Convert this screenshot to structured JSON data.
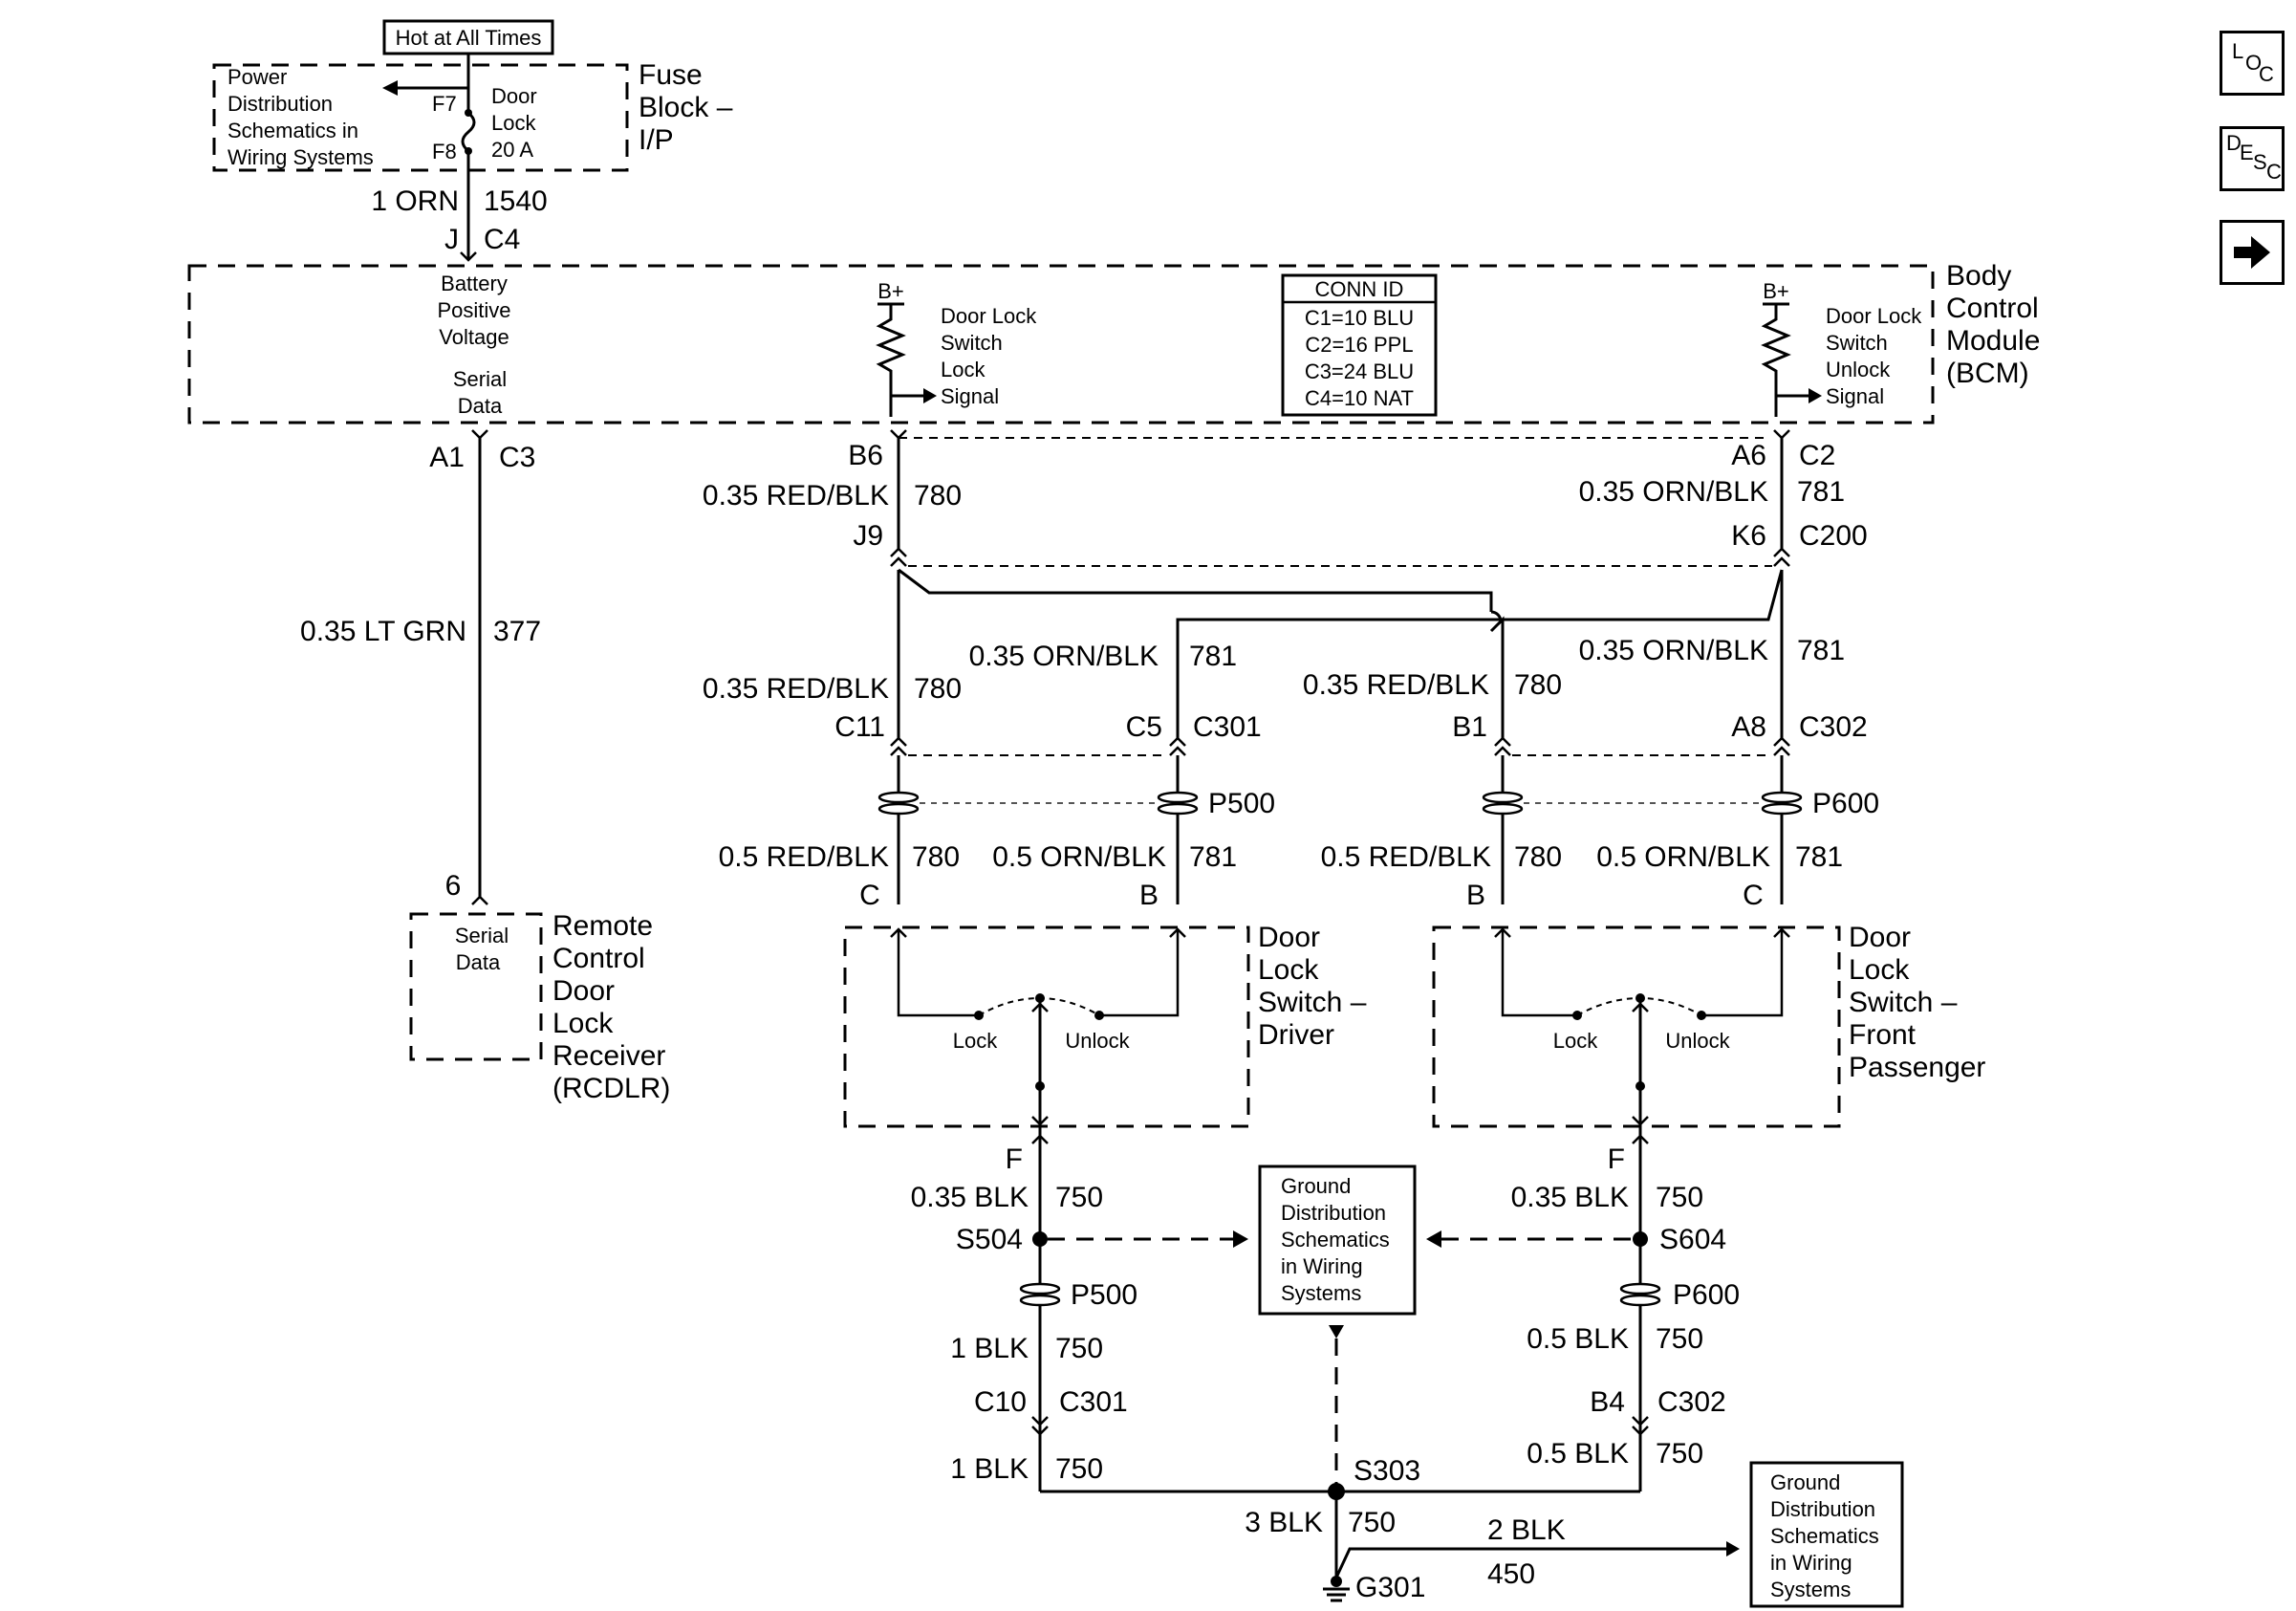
{
  "fuse_block": {
    "hot_label": "Hot at All Times",
    "power_ref": [
      "Power",
      "Distribution",
      "Schematics in",
      "Wiring Systems"
    ],
    "f7": "F7",
    "f8": "F8",
    "fuse_name": [
      "Door",
      "Lock",
      "20 A"
    ],
    "title": [
      "Fuse",
      "Block –",
      "I/P"
    ]
  },
  "feed_wire": {
    "gauge_color": "1 ORN",
    "circuit": "1540",
    "pin": "J",
    "conn": "C4"
  },
  "bcm": {
    "title": [
      "Body",
      "Control",
      "Module",
      "(BCM)"
    ],
    "battery": [
      "Battery",
      "Positive",
      "Voltage"
    ],
    "serial": [
      "Serial",
      "Data"
    ],
    "bplus": "B+",
    "lock_signal": [
      "Door Lock",
      "Switch",
      "Lock",
      "Signal"
    ],
    "unlock_signal": [
      "Door Lock",
      "Switch",
      "Unlock",
      "Signal"
    ],
    "conn_id": [
      "CONN ID",
      "C1=10 BLU",
      "C2=16 PPL",
      "C3=24 BLU",
      "C4=10 NAT"
    ]
  },
  "serial_wire": {
    "pin": "A1",
    "conn": "C3",
    "gauge_color": "0.35 LT GRN",
    "circuit": "377",
    "rcdlr_pin": "6"
  },
  "rcdlr": {
    "inner": [
      "Serial",
      "Data"
    ],
    "title": [
      "Remote",
      "Control",
      "Door",
      "Lock",
      "Receiver",
      "(RCDLR)"
    ]
  },
  "lock_wire": {
    "pin": "B6",
    "gauge_color": "0.35 RED/BLK",
    "circuit": "780",
    "inline_pin": "J9"
  },
  "unlock_wire": {
    "pin": "A6",
    "conn": "C2",
    "gauge_color": "0.35 ORN/BLK",
    "circuit": "781",
    "inline_pin": "K6",
    "inline_conn": "C200"
  },
  "driver_branch": {
    "red_gauge": "0.35 RED/BLK",
    "red_circuit": "780",
    "orn_gauge": "0.35 ORN/BLK",
    "orn_circuit": "781",
    "pin_red": "C11",
    "pin_orn": "C5",
    "conn": "C301",
    "plug": "P500",
    "red_gauge2": "0.5 RED/BLK",
    "red_circuit2": "780",
    "orn_gauge2": "0.5 ORN/BLK",
    "orn_circuit2": "781",
    "sw_pin_red": "C",
    "sw_pin_orn": "B"
  },
  "passenger_branch": {
    "red_gauge": "0.35 RED/BLK",
    "red_circuit": "780",
    "orn_gauge": "0.35 ORN/BLK",
    "orn_circuit": "781",
    "pin_red": "B1",
    "pin_orn": "A8",
    "conn": "C302",
    "plug": "P600",
    "red_gauge2": "0.5 RED/BLK",
    "red_circuit2": "780",
    "orn_gauge2": "0.5 ORN/BLK",
    "orn_circuit2": "781",
    "sw_pin_red": "B",
    "sw_pin_orn": "C"
  },
  "driver_switch": {
    "title": [
      "Door",
      "Lock",
      "Switch –",
      "Driver"
    ],
    "lock": "Lock",
    "unlock": "Unlock"
  },
  "passenger_switch": {
    "title": [
      "Door",
      "Lock",
      "Switch –",
      "Front",
      "Passenger"
    ],
    "lock": "Lock",
    "unlock": "Unlock"
  },
  "driver_ground": {
    "pin": "F",
    "gauge": "0.35 BLK",
    "circuit": "750",
    "splice": "S504",
    "plug": "P500",
    "gauge2": "1 BLK",
    "circuit2": "750",
    "pin2": "C10",
    "conn2": "C301",
    "gauge3": "1 BLK",
    "circuit3": "750"
  },
  "passenger_ground": {
    "pin": "F",
    "gauge": "0.35 BLK",
    "circuit": "750",
    "splice": "S604",
    "plug": "P600",
    "gauge2": "0.5 BLK",
    "circuit2": "750",
    "pin2": "B4",
    "conn2": "C302",
    "gauge3": "0.5 BLK",
    "circuit3": "750"
  },
  "ground_ref_center": [
    "Ground",
    "Distribution",
    "Schematics",
    "in Wiring",
    "Systems"
  ],
  "ground_ref_right": [
    "Ground",
    "Distribution",
    "Schematics",
    "in Wiring",
    "Systems"
  ],
  "ground": {
    "splice": "S303",
    "gauge": "3 BLK",
    "circuit": "750",
    "gauge_side": "2 BLK",
    "circuit_side": "450",
    "ground_point": "G301"
  },
  "nav": {
    "loc": [
      "L",
      "O",
      "C"
    ],
    "desc": [
      "D",
      "E",
      "S",
      "C"
    ],
    "next_icon": "right-arrow-icon"
  }
}
